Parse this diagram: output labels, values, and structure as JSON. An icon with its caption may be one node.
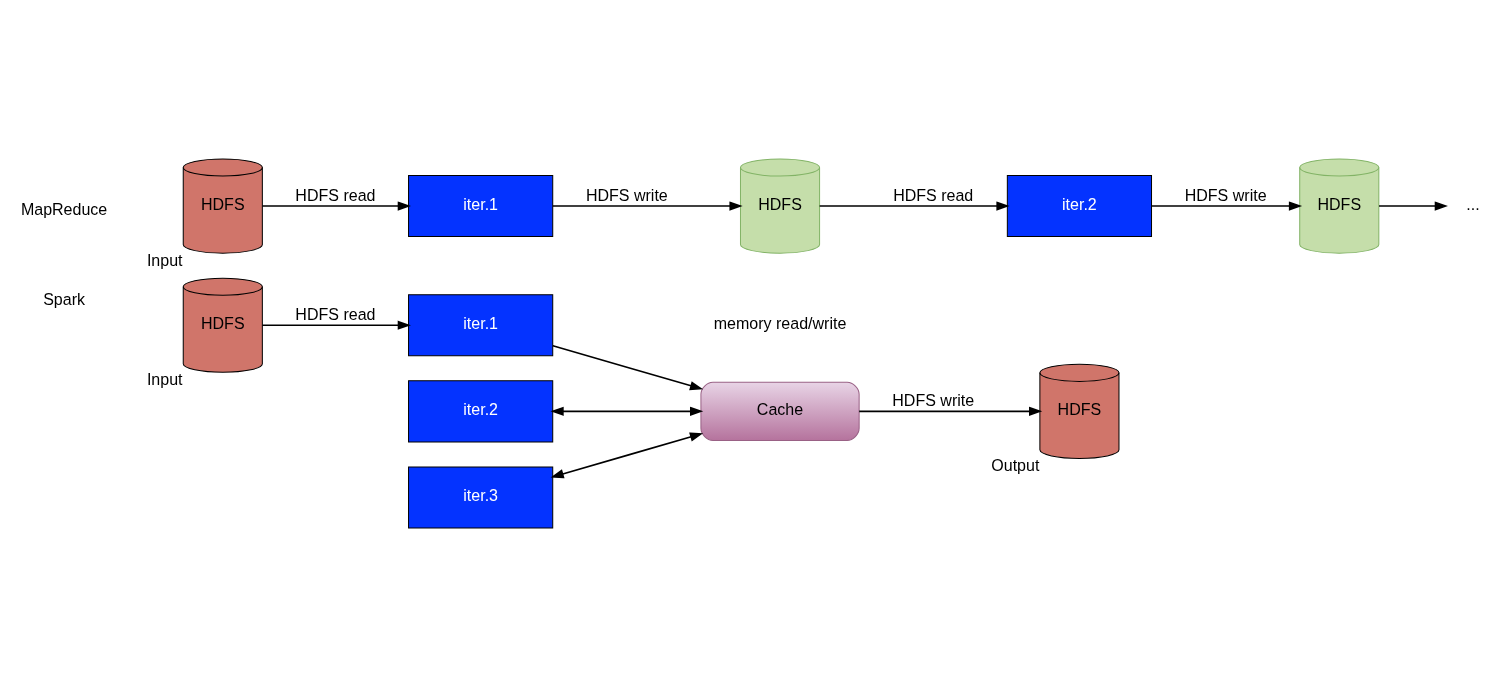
{
  "diagram": {
    "nodes": [
      {
        "text": [
          "HDFS"
        ],
        "beside": [
          "Input"
        ]
      },
      {
        "text": [
          "iter.1"
        ]
      },
      {
        "text": [
          "HDFS"
        ]
      },
      {
        "text": [
          "iter.2"
        ]
      },
      {
        "text": [
          "HDFS"
        ]
      },
      {
        "text": [
          "..."
        ]
      },
      {
        "text": [
          "HDFS"
        ],
        "beside": [
          "Input"
        ]
      },
      {
        "text": [
          "iter.1"
        ]
      },
      {
        "text": [
          "iter.2"
        ]
      },
      {
        "text": [
          "iter.3"
        ]
      },
      {
        "text": [
          "Cache"
        ],
        "beside": [
          "memory read/write"
        ]
      },
      {
        "text": [
          "HDFS"
        ],
        "beside": [
          "Output"
        ]
      }
    ],
    "edges": [
      {
        "from": 0,
        "to": 1,
        "arrow": "to",
        "label": "HDFS read"
      },
      {
        "from": 1,
        "to": 2,
        "arrow": "to",
        "label": "HDFS write"
      },
      {
        "from": 2,
        "to": 3,
        "arrow": "to",
        "label": "HDFS read"
      },
      {
        "from": 3,
        "to": 4,
        "arrow": "to",
        "label": "HDFS write"
      },
      {
        "from": 4,
        "to": 5,
        "arrow": "to"
      },
      {
        "from": 6,
        "to": 7,
        "arrow": "to",
        "label": "HDFS read"
      },
      {
        "from": 7,
        "to": 10,
        "arrow": "to"
      },
      {
        "from": 8,
        "to": 10,
        "arrow": "both"
      },
      {
        "from": 9,
        "to": 10,
        "arrow": "both"
      },
      {
        "from": 10,
        "to": 11,
        "arrow": "to",
        "label": "HDFS write"
      }
    ],
    "labels": [
      "MapReduce",
      "Spark"
    ]
  }
}
